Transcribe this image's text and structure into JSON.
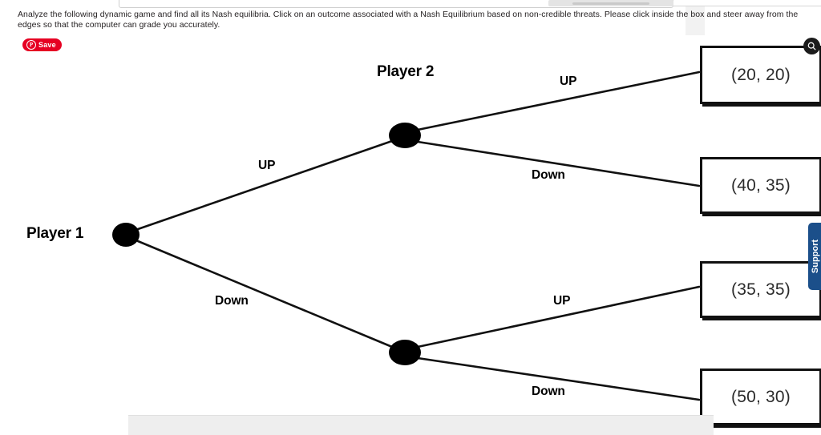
{
  "instructions": {
    "text": "Analyze the following dynamic game and find all its Nash equilibria. Click on an outcome associated with a Nash Equilibrium based on non-credible threats. Please click inside the box and steer away from the edges so that the computer can grade you accurately."
  },
  "save_button": {
    "label": "Save",
    "logo_glyph": "P",
    "color": "#e60023",
    "icon_name": "pinterest-logo-icon"
  },
  "corner_badge": {
    "icon_name": "magnifier-badge-icon",
    "color": "#1b1b1b"
  },
  "support_tab": {
    "label": "Support",
    "color": "#1b4f8a"
  },
  "game_tree": {
    "players": {
      "player1_label": "Player 1",
      "player2_label": "Player 2"
    },
    "edges": [
      {
        "id": "p1-up",
        "label": "UP",
        "from": "player1-node",
        "to": "player2-upper-node"
      },
      {
        "id": "p1-down",
        "label": "Down",
        "from": "player1-node",
        "to": "player2-lower-node"
      },
      {
        "id": "p2u-up",
        "label": "UP",
        "from": "player2-upper-node",
        "to": "payoff-1"
      },
      {
        "id": "p2u-down",
        "label": "Down",
        "from": "player2-upper-node",
        "to": "payoff-2"
      },
      {
        "id": "p2l-up",
        "label": "UP",
        "from": "player2-lower-node",
        "to": "payoff-3"
      },
      {
        "id": "p2l-down",
        "label": "Down",
        "from": "player2-lower-node",
        "to": "payoff-4"
      }
    ],
    "outcomes": [
      {
        "id": "payoff-1",
        "text": "(20, 20)",
        "player1": 20,
        "player2": 20,
        "path": "UP, UP"
      },
      {
        "id": "payoff-2",
        "text": "(40, 35)",
        "player1": 40,
        "player2": 35,
        "path": "UP, Down"
      },
      {
        "id": "payoff-3",
        "text": "(35, 35)",
        "player1": 35,
        "player2": 35,
        "path": "Down, UP"
      },
      {
        "id": "payoff-4",
        "text": "(50, 30)",
        "player1": 50,
        "player2": 30,
        "path": "Down, Down"
      }
    ]
  }
}
